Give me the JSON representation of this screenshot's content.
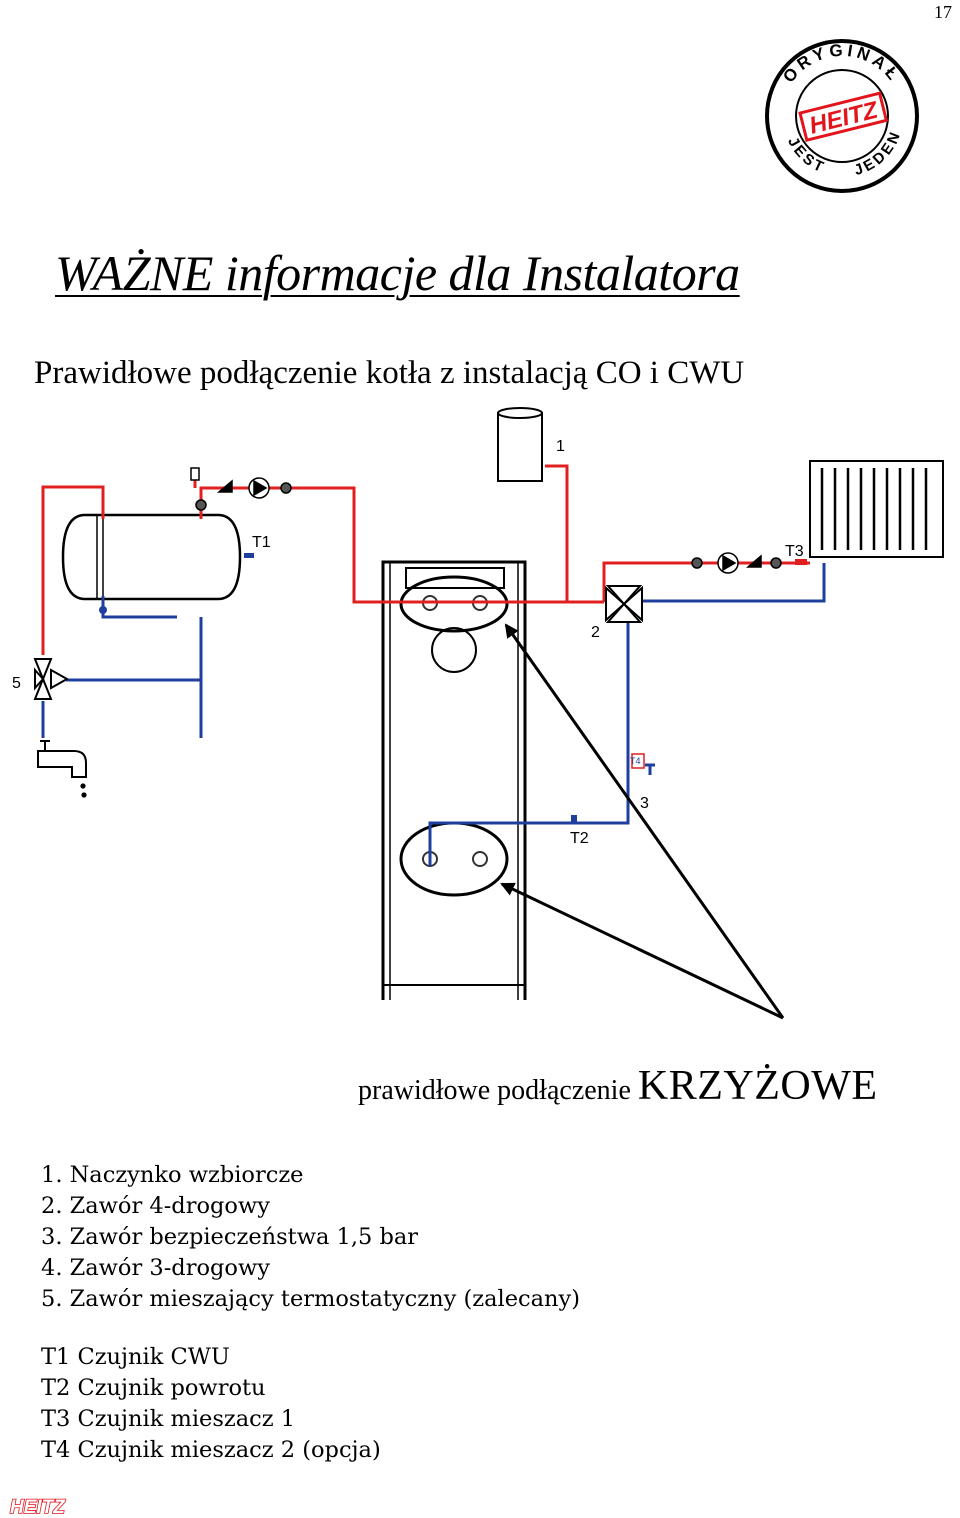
{
  "page_number": "17",
  "stamp": {
    "brand": "HEITZ",
    "ring_top": "ORYGINAŁ",
    "ring_left": "JEST",
    "ring_right": "JEDEN",
    "color": "#e3151c"
  },
  "title": "WAŻNE informacje dla Instalatora",
  "subtitle": "Prawidłowe podłączenie kotła z instalacją CO i CWU",
  "diagram_labels": {
    "expansion_vessel_num": "1",
    "four_way_valve_num": "2",
    "safety_valve_num": "3",
    "mixing_valve_num": "5",
    "sensor_t1": "T1",
    "sensor_t2": "T2",
    "sensor_t3": "T3",
    "sensor_t4": "T4"
  },
  "caption": {
    "prefix": "prawidłowe podłączenie ",
    "emphasis": "KRZYŻOWE"
  },
  "legend_components": [
    "1. Naczynko wzbiorcze",
    "2. Zawór 4-drogowy",
    "3. Zawór bezpieczeństwa 1,5 bar",
    "4. Zawór 3-drogowy",
    "5. Zawór mieszający termostatyczny (zalecany)"
  ],
  "legend_sensors": [
    "T1 Czujnik CWU",
    "T2 Czujnik powrotu",
    "T3 Czujnik mieszacz 1",
    "T4 Czujnik mieszacz 2 (opcja)"
  ],
  "footer_brand": "HEITZ",
  "colors": {
    "supply_pipe": "#e02020",
    "return_pipe": "#1f3f9f",
    "brand_red": "#e3151c"
  }
}
